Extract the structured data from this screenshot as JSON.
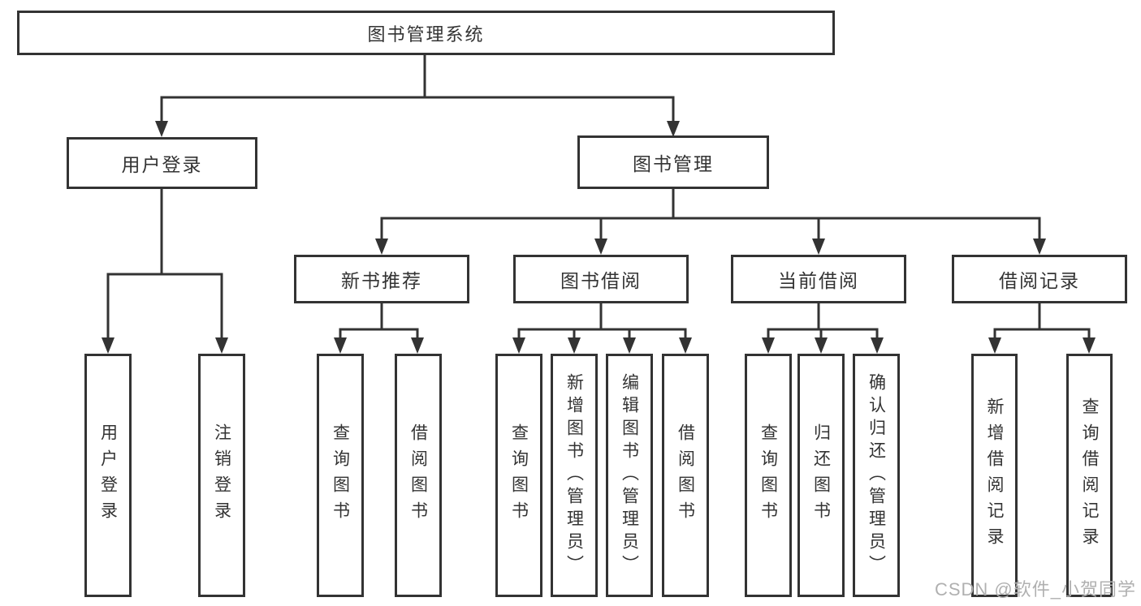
{
  "diagram": {
    "root": {
      "label": "图书管理系统",
      "children": [
        {
          "label": "用户登录",
          "children": [
            {
              "label": "用户登录"
            },
            {
              "label": "注销登录"
            }
          ]
        },
        {
          "label": "图书管理",
          "children": [
            {
              "label": "新书推荐",
              "children": [
                {
                  "label": "查询图书"
                },
                {
                  "label": "借阅图书"
                }
              ]
            },
            {
              "label": "图书借阅",
              "children": [
                {
                  "label": "查询图书"
                },
                {
                  "label": "新增图书（管理员）"
                },
                {
                  "label": "编辑图书（管理员）"
                },
                {
                  "label": "借阅图书"
                }
              ]
            },
            {
              "label": "当前借阅",
              "children": [
                {
                  "label": "查询图书"
                },
                {
                  "label": "归还图书"
                },
                {
                  "label": "确认归还（管理员）"
                }
              ]
            },
            {
              "label": "借阅记录",
              "children": [
                {
                  "label": "新增借阅记录"
                },
                {
                  "label": "查询借阅记录"
                }
              ]
            }
          ]
        }
      ]
    }
  },
  "watermark": {
    "text": "CSDN @软件_小贺同学",
    "color": "#b0b0b0"
  },
  "colors": {
    "line": "#333333",
    "text": "#333333",
    "background": "#ffffff"
  }
}
